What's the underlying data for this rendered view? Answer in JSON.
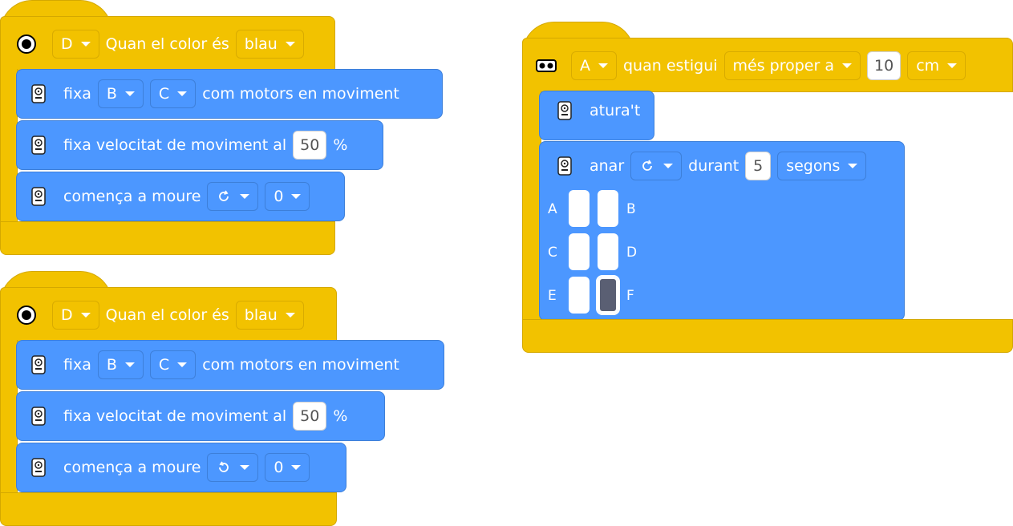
{
  "stack1": {
    "port": "D",
    "event_label": "Quan el color és",
    "color": "blau",
    "fixa_label": "fixa",
    "motor_a": "B",
    "motor_b": "C",
    "com_label": "com motors en moviment",
    "speed_label": "fixa velocitat de moviment al",
    "speed_value": "50",
    "speed_unit": "%",
    "start_label": "comença a moure",
    "direction_icon": "rotate-clockwise-icon",
    "steer_value": "0"
  },
  "stack2": {
    "port": "D",
    "event_label": "Quan el color és",
    "color": "blau",
    "fixa_label": "fixa",
    "motor_a": "B",
    "motor_b": "C",
    "com_label": "com motors en moviment",
    "speed_label": "fixa velocitat de moviment al",
    "speed_value": "50",
    "speed_unit": "%",
    "start_label": "comença a moure",
    "direction_icon": "rotate-counterclockwise-icon",
    "steer_value": "0"
  },
  "stack3": {
    "port": "A",
    "event_label": "quan estigui",
    "comparison": "més proper a",
    "distance_value": "10",
    "distance_unit": "cm",
    "stop_label": "atura't",
    "go_label": "anar",
    "direction_icon": "rotate-clockwise-icon",
    "during_label": "durant",
    "duration_value": "5",
    "duration_unit": "segons",
    "ports": {
      "A": "A",
      "B": "B",
      "C": "C",
      "D": "D",
      "E": "E",
      "F": "F"
    },
    "selected_port": "F"
  },
  "colors": {
    "event_yellow": "#f2c200",
    "motion_blue": "#4c97ff",
    "selected_port": "#5a5f73"
  }
}
